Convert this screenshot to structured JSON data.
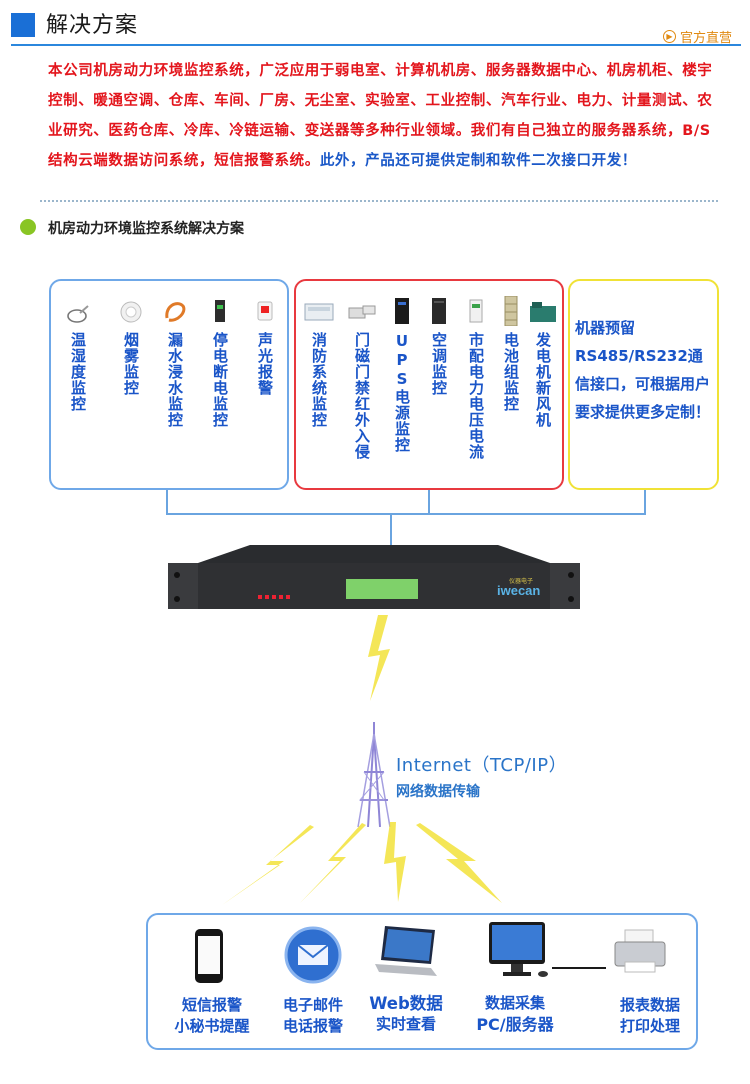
{
  "header": {
    "title": "解决方案",
    "official": "官方直营"
  },
  "intro": {
    "red_text": "本公司机房动力环境监控系统，广泛应用于弱电室、计算机机房、服务器数据中心、机房机柜、楼宇控制、暖通空调、仓库、车间、厂房、无尘室、实验室、工业控制、汽车行业、电力、计量测试、农业研究、医药仓库、冷库、冷链运输、变送器等多种行业领域。我们有自己独立的服务器系统，B/S结构云端数据访问系统，短信报警系统。",
    "blue_text": "此外，产品还可提供定制和软件二次接口开发！"
  },
  "section": {
    "title": "机房动力环境监控系统解决方案"
  },
  "sensors_blue": [
    {
      "label": "温湿度监控",
      "icon": "temperature-probe-icon"
    },
    {
      "label": "烟雾监控",
      "icon": "smoke-detector-icon"
    },
    {
      "label": "漏水浸水监控",
      "icon": "water-leak-cable-icon"
    },
    {
      "label": "停电断电监控",
      "icon": "power-failure-sensor-icon"
    },
    {
      "label": "声光报警",
      "icon": "alarm-siren-icon"
    }
  ],
  "sensors_red": [
    {
      "label": "消防系统监控",
      "icon": "fire-panel-icon"
    },
    {
      "label": "门磁门禁红外入侵",
      "icon": "door-contact-icon"
    },
    {
      "label": "UPS电源监控",
      "icon": "ups-icon"
    },
    {
      "label": "空调监控",
      "icon": "air-conditioner-icon"
    },
    {
      "label": "市配电力电压电流",
      "icon": "power-meter-icon"
    },
    {
      "label": "电池组监控",
      "icon": "battery-rack-icon"
    },
    {
      "label": "发电机新风机",
      "icon": "generator-icon"
    }
  ],
  "custom_box": {
    "text": "机器预留RS485/RS232通信接口，可根据用户要求提供更多定制！"
  },
  "device": {
    "brand": "iwecan",
    "brand_cn": "仪器电子",
    "icon": "monitoring-host-icon"
  },
  "internet": {
    "title": "Internet（TCP/IP）",
    "subtitle": "网络数据传输"
  },
  "outputs": [
    {
      "line1": "短信报警",
      "line2": "小秘书提醒",
      "icon": "mobile-phone-icon"
    },
    {
      "line1": "电子邮件",
      "line2": "电话报警",
      "icon": "email-icon"
    },
    {
      "line1": "Web数据",
      "line2": "实时查看",
      "icon": "laptop-icon"
    },
    {
      "line1": "数据采集",
      "line2": "PC/服务器",
      "icon": "desktop-pc-icon"
    },
    {
      "line1": "报表数据",
      "line2": "打印处理",
      "icon": "printer-icon"
    }
  ],
  "colors": {
    "accent_blue": "#1a6fd6",
    "text_red": "#e3151c",
    "text_blue": "#1a55c8",
    "box_red": "#e8393f",
    "box_yellow": "#f0e236",
    "lightning": "#f2e23a"
  }
}
